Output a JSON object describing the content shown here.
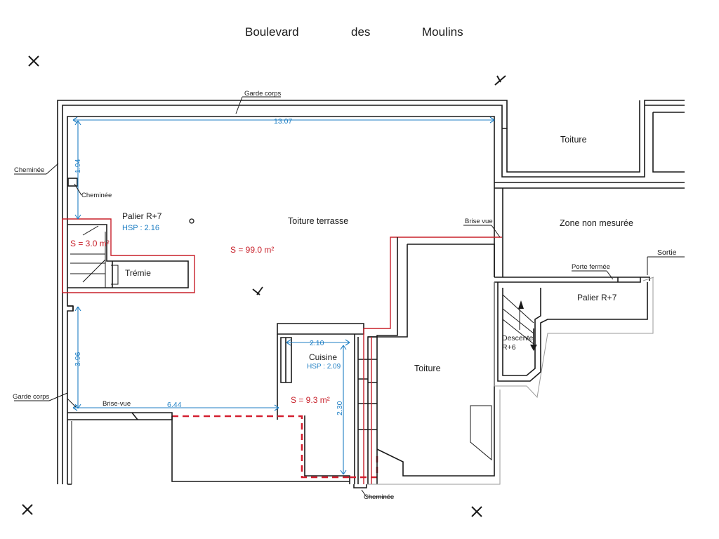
{
  "street": [
    "Boulevard",
    "des",
    "Moulins"
  ],
  "rooms": {
    "toiture_terrasse": "Toiture terrasse",
    "toiture_top": "Toiture",
    "toiture_center": "Toiture",
    "zone_non_mesuree": "Zone non mesurée",
    "palier_left": "Palier R+7",
    "palier_right": "Palier R+7",
    "tremie": "Trémie",
    "cuisine": "Cuisine",
    "descente_line1": "Descente",
    "descente_line2": "R+6"
  },
  "heights": {
    "palier_hsp": "HSP : 2.16",
    "cuisine_hsp": "HSP : 2.09"
  },
  "surfaces": {
    "palier": "S = 3.0 m²",
    "terrasse": "S = 99.0 m²",
    "cuisine": "S = 9.3 m²"
  },
  "dimensions": {
    "top_width": "13.07",
    "left_upper": "1.94",
    "left_lower": "3.96",
    "bottom_run": "6.44",
    "cuisine_width": "2.10",
    "cuisine_height": "2.30"
  },
  "annotations": {
    "garde_corps_top": "Garde corps",
    "garde_corps_left": "Garde corps",
    "cheminee_left": "Cheminée",
    "cheminee_inner": "Cheminée",
    "cheminee_bottom": "Cheminée",
    "brise_vue_right": "Brise vue",
    "brise_vue_bottom": "Brise-vue",
    "porte_fermee": "Porte fermée",
    "sortie": "Sortie"
  },
  "colors": {
    "walls": "#1a1a1a",
    "dimensions": "#1f7fc4",
    "surfaces": "#c8202a"
  },
  "icons": [
    "registration-cross-icon",
    "north-arrow-icon",
    "stair-arrow-icon"
  ]
}
